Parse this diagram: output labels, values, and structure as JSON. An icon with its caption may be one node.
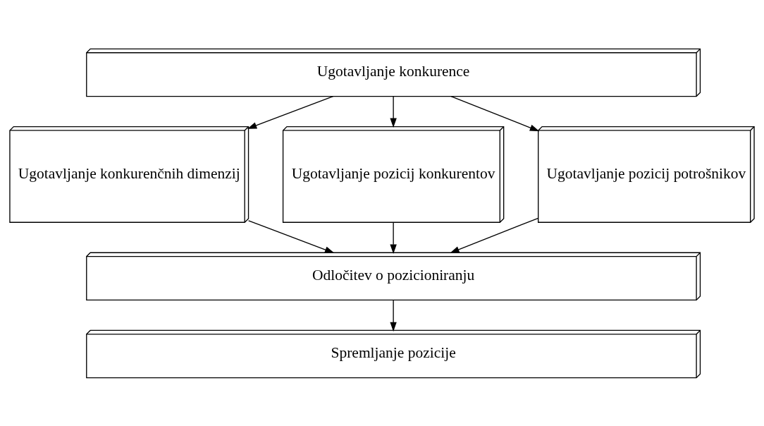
{
  "diagram": {
    "nodes": [
      {
        "text": [
          "Ugotavljanje konkurence"
        ]
      },
      {
        "text": [
          "Ugotavljanje konkurenčnih dimenzij"
        ]
      },
      {
        "text": [
          "Ugotavljanje pozicij konkurentov"
        ]
      },
      {
        "text": [
          "Ugotavljanje pozicij potrošnikov"
        ]
      },
      {
        "text": [
          "Odločitev o pozicioniranju"
        ]
      },
      {
        "text": [
          "Spremljanje pozicije"
        ]
      }
    ],
    "edges": [
      {
        "from": 0,
        "to": 1,
        "arrow": "to"
      },
      {
        "from": 0,
        "to": 2,
        "arrow": "to"
      },
      {
        "from": 0,
        "to": 3,
        "arrow": "to"
      },
      {
        "from": 1,
        "to": 4,
        "arrow": "to"
      },
      {
        "from": 2,
        "to": 4,
        "arrow": "to"
      },
      {
        "from": 3,
        "to": 4,
        "arrow": "to"
      },
      {
        "from": 4,
        "to": 5,
        "arrow": "to"
      }
    ]
  }
}
